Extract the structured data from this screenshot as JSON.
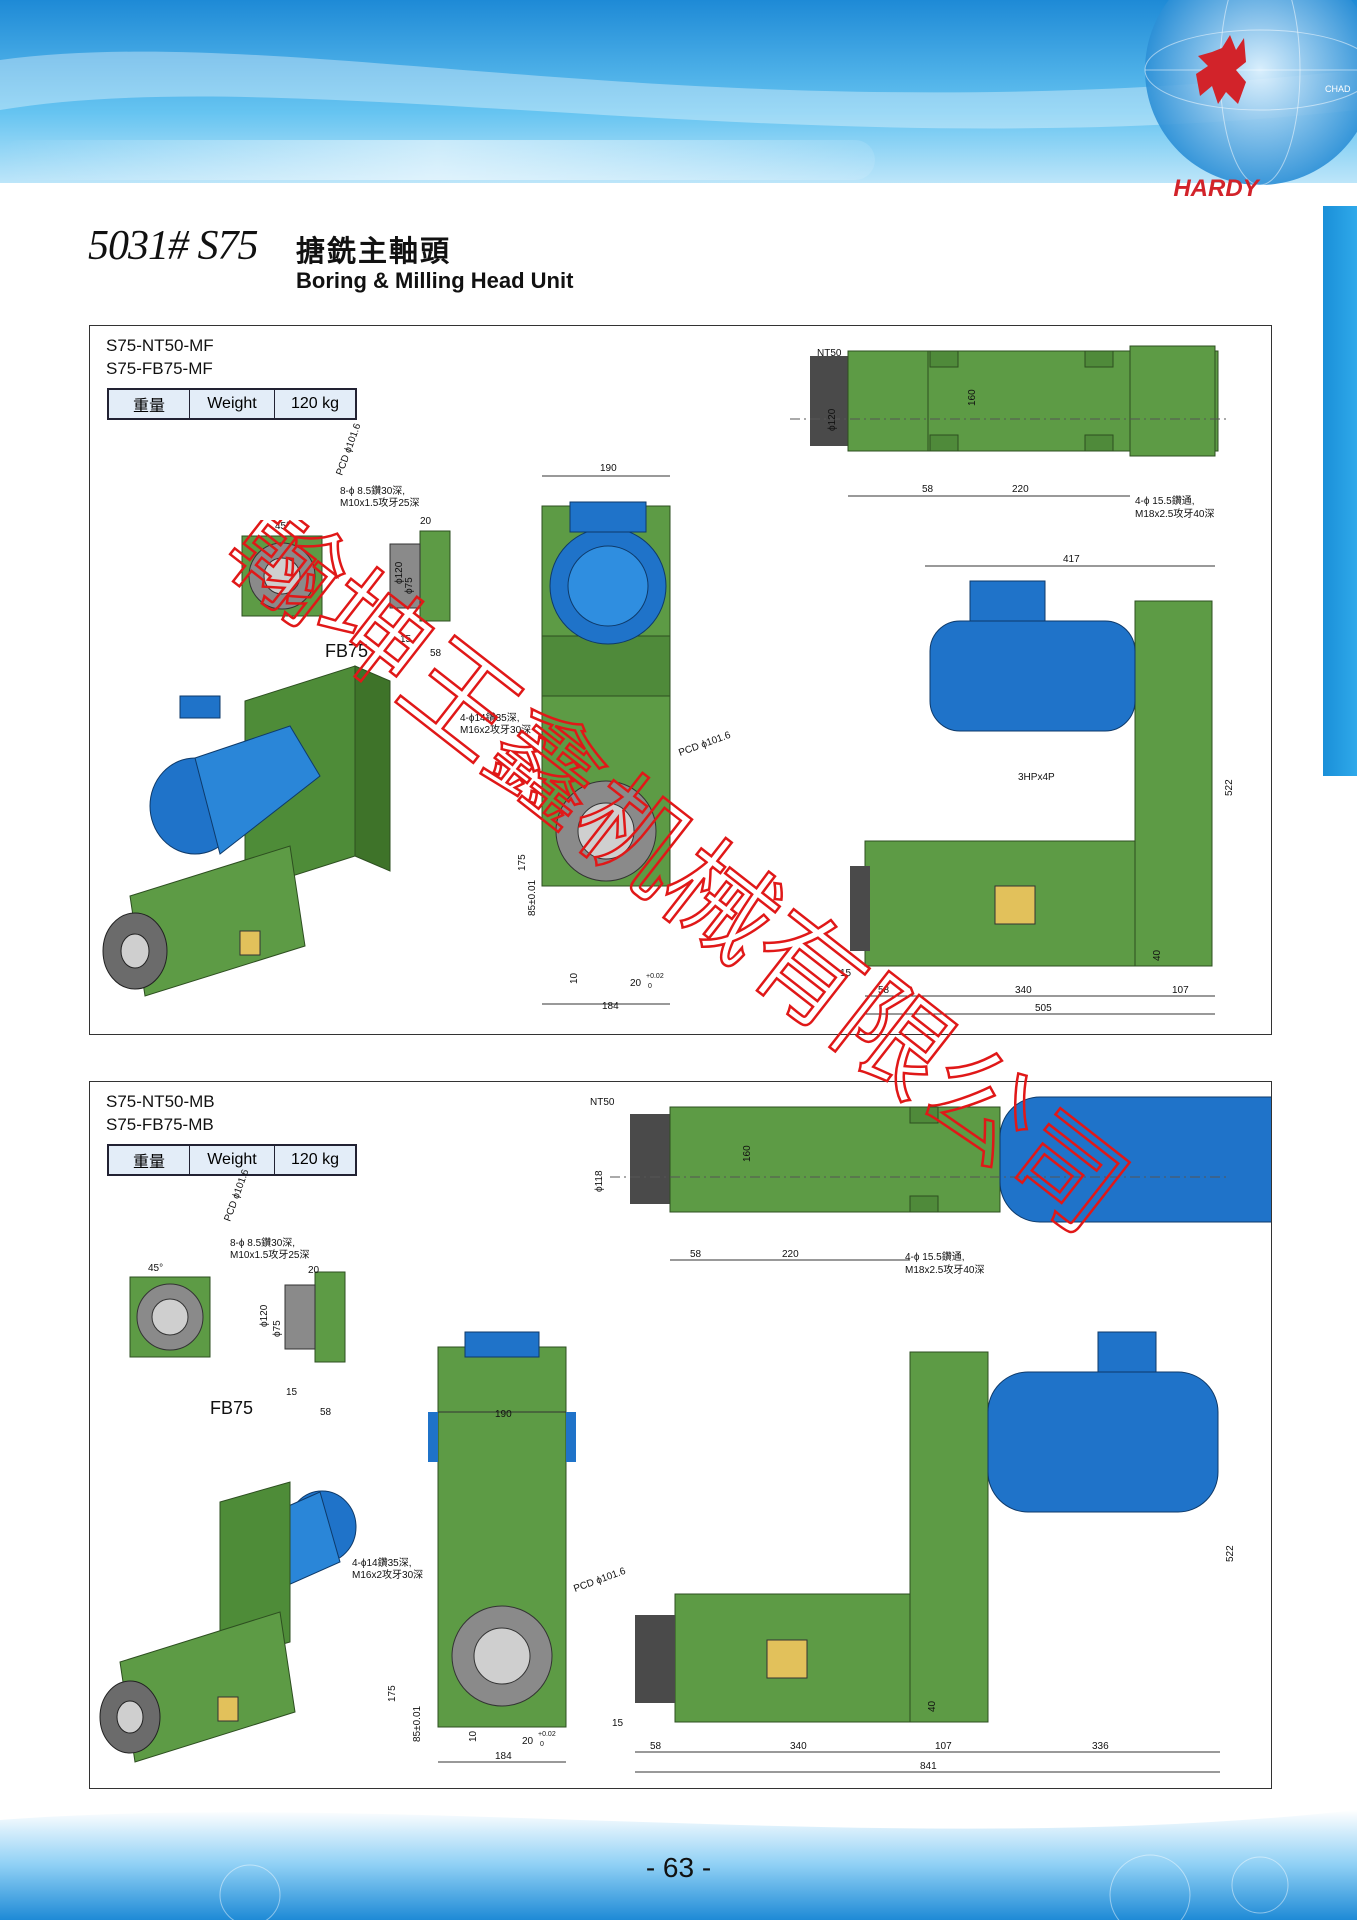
{
  "header": {
    "brand_logo_text": "HARDY",
    "globe_label": "CHAD"
  },
  "title": {
    "model_code": "5031# S75",
    "name_cn": "搪銑主軸頭",
    "name_en": "Boring & Milling Head Unit"
  },
  "panels": [
    {
      "models": [
        "S75-NT50-MF",
        "S75-FB75-MF"
      ],
      "weight": {
        "label_cn": "重量",
        "label_en": "Weight",
        "value": "120 kg"
      },
      "flange_label": "FB75",
      "motor_label": "3HPx4P",
      "dims": {
        "nt50": "NT50",
        "d120": "ϕ120",
        "d160": "160",
        "d58": "58",
        "d220": "220",
        "hole_top_1": "4-ϕ 15.5鑽通,",
        "hole_top_2": "M18x2.5攻牙40深",
        "flange_holes_1": "8-ϕ 8.5鑽30深,",
        "flange_holes_2": "M10x1.5攻牙25深",
        "pcd": "PCD ϕ101.6",
        "angle": "45°",
        "d20": "20",
        "d15": "15",
        "d_phi120_flange": "ϕ120",
        "d_phi75": "ϕ75",
        "d190": "190",
        "body_holes_1": "4-ϕ14鑽35深,",
        "body_holes_2": "M16x2攻牙30深",
        "d175": "175",
        "d85": "85±0.01",
        "d10": "10",
        "d20_tol": "20",
        "tol_sup": "+0.02",
        "tol_sub": "0",
        "d184": "184",
        "d417": "417",
        "d522": "522",
        "d40": "40",
        "d340": "340",
        "d107": "107",
        "d505": "505"
      }
    },
    {
      "models": [
        "S75-NT50-MB",
        "S75-FB75-MB"
      ],
      "weight": {
        "label_cn": "重量",
        "label_en": "Weight",
        "value": "120 kg"
      },
      "flange_label": "FB75",
      "dims": {
        "nt50": "NT50",
        "d118": "ϕ118",
        "d160": "160",
        "d58": "58",
        "d220": "220",
        "hole_top_1": "4-ϕ 15.5鑽通,",
        "hole_top_2": "M18x2.5攻牙40深",
        "flange_holes_1": "8-ϕ 8.5鑽30深,",
        "flange_holes_2": "M10x1.5攻牙25深",
        "pcd": "PCD ϕ101.6",
        "angle": "45°",
        "d20": "20",
        "d15": "15",
        "d_phi120_flange": "ϕ120",
        "d_phi75": "ϕ75",
        "d190": "190",
        "body_holes_1": "4-ϕ14鑽35深,",
        "body_holes_2": "M16x2攻牙30深",
        "d175": "175",
        "d85": "85±0.01",
        "d10": "10",
        "d20_tol": "20",
        "tol_sup": "+0.02",
        "tol_sub": "0",
        "d184": "184",
        "d522": "522",
        "d40": "40",
        "d340": "340",
        "d107": "107",
        "d336": "336",
        "d841": "841"
      }
    }
  ],
  "watermark": "翰坤王鑫机械有限公司",
  "footer": {
    "page_number": "- 63 -"
  },
  "colors": {
    "machine_green": "#5d9b45",
    "motor_blue": "#1f73c9",
    "accent_red": "#d2232a",
    "header_blue": "#3aa9ea"
  }
}
